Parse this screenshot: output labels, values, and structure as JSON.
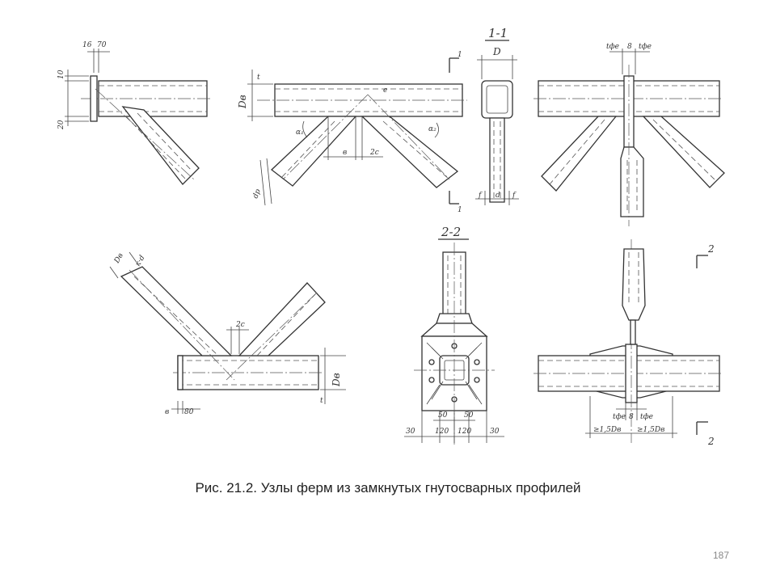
{
  "caption": "Рис. 21.2. Узлы ферм из замкнутых гнутосварных профилей",
  "page_number": "187",
  "labels": {
    "dim_16": "16",
    "dim_70": "70",
    "dim_10": "10",
    "dim_20": "20",
    "t": "t",
    "D_b": "Dв",
    "D": "D",
    "alpha1": "α₁",
    "alpha2": "α₂",
    "b": "в",
    "two_c": "2с",
    "e": "е",
    "d_p": "dp",
    "d": "d",
    "f": "f",
    "section_1_1": "1-1",
    "section_2_2": "2-2",
    "mark_1": "1",
    "mark_2": "2",
    "t_fe": "tфе",
    "dim_8": "8",
    "kd": "к·d",
    "dim_80": "80",
    "dim_30": "30",
    "dim_50": "50",
    "dim_120": "120",
    "ge15_Db": "≥1,5Dв"
  }
}
